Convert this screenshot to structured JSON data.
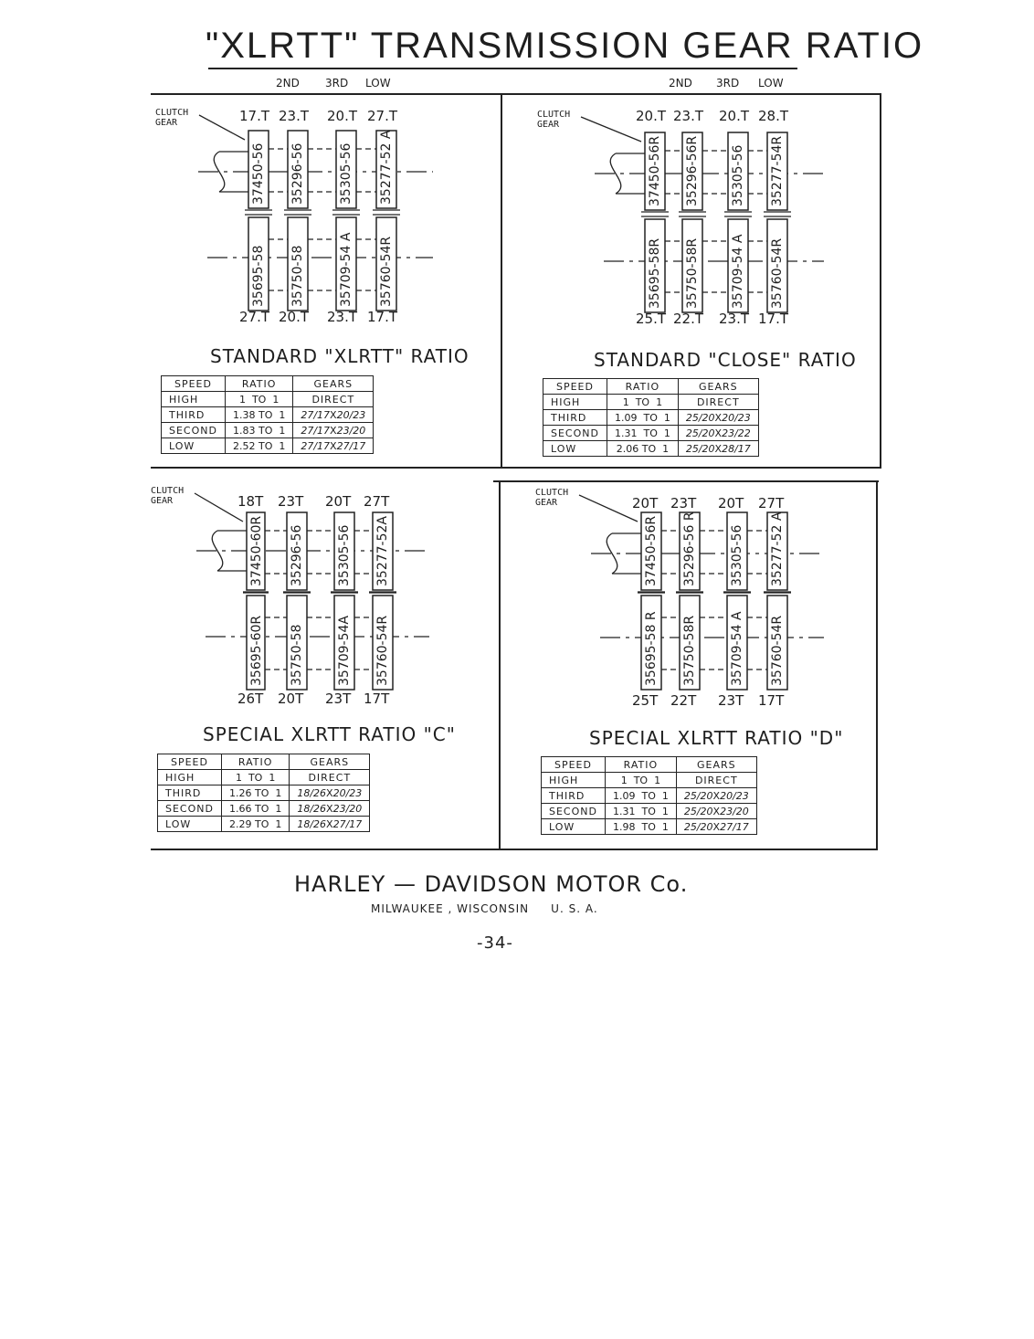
{
  "page": {
    "title": "\"XLRTT\" TRANSMISSION GEAR RATIO",
    "footer_company": "HARLEY — DAVIDSON MOTOR Co.",
    "footer_location": "MILWAUKEE , WISCONSIN     U. S. A.",
    "page_number": "-34-"
  },
  "panels": [
    {
      "header": {
        "second": "2ND",
        "third": "3RD",
        "low": "LOW"
      },
      "clutch_label": "CLUTCH\nGEAR",
      "top_teeth": [
        "17.T",
        "23.T",
        "20.T",
        "27.T"
      ],
      "bottom_teeth": [
        "27.T",
        "20.T",
        "23.T",
        "17.T"
      ],
      "upper_parts": [
        "37450-56",
        "35296-56",
        "35305-56",
        "35277-52 A"
      ],
      "lower_parts": [
        "35695-58",
        "35750-58",
        "35709-54 A",
        "35760-54R"
      ],
      "caption": "STANDARD \"XLRTT\" RATIO",
      "table": {
        "headers": [
          "SPEED",
          "RATIO",
          "GEARS"
        ],
        "rows": [
          {
            "speed": "HIGH",
            "ratio": "1  TO  1",
            "gears_direct": "DIRECT"
          },
          {
            "speed": "THIRD",
            "ratio": "1.38 TO  1",
            "g1": "27/17",
            "x": "X",
            "g2": "20/23"
          },
          {
            "speed": "SECOND",
            "ratio": "1.83 TO  1",
            "g1": "27/17",
            "x": "X",
            "g2": "23/20"
          },
          {
            "speed": "LOW",
            "ratio": "2.52 TO  1",
            "g1": "27/17",
            "x": "X",
            "g2": "27/17"
          }
        ]
      }
    },
    {
      "header": {
        "second": "2ND",
        "third": "3RD",
        "low": "LOW"
      },
      "clutch_label": "CLUTCH\nGEAR",
      "top_teeth": [
        "20.T",
        "23.T",
        "20.T",
        "28.T"
      ],
      "bottom_teeth": [
        "25.T",
        "22.T",
        "23.T",
        "17.T"
      ],
      "upper_parts": [
        "37450-56R",
        "35296-56R",
        "35305-56",
        "35277-54R"
      ],
      "lower_parts": [
        "35695-58R",
        "35750-58R",
        "35709-54 A",
        "35760-54R"
      ],
      "caption": "STANDARD \"CLOSE\" RATIO",
      "table": {
        "headers": [
          "SPEED",
          "RATIO",
          "GEARS"
        ],
        "rows": [
          {
            "speed": "HIGH",
            "ratio": "1  TO  1",
            "gears_direct": "DIRECT"
          },
          {
            "speed": "THIRD",
            "ratio": "1.09  TO  1",
            "g1": "25/20",
            "x": "X",
            "g2": "20/23"
          },
          {
            "speed": "SECOND",
            "ratio": "1.31  TO  1",
            "g1": "25/20",
            "x": "X",
            "g2": "23/22"
          },
          {
            "speed": "LOW",
            "ratio": "2.06 TO  1",
            "g1": "25/20",
            "x": "X",
            "g2": "28/17"
          }
        ]
      }
    },
    {
      "header": {
        "second": "",
        "third": "",
        "low": ""
      },
      "clutch_label": "CLUTCH\nGEAR",
      "top_teeth": [
        "18T",
        "23T",
        "20T",
        "27T"
      ],
      "bottom_teeth": [
        "26T",
        "20T",
        "23T",
        "17T"
      ],
      "upper_parts": [
        "37450-60R",
        "35296-56",
        "35305-56",
        "35277-52A"
      ],
      "lower_parts": [
        "35695-60R",
        "35750-58",
        "35709-54A",
        "35760-54R"
      ],
      "caption": "SPECIAL  XLRTT  RATIO \"C\"",
      "table": {
        "headers": [
          "SPEED",
          "RATIO",
          "GEARS"
        ],
        "rows": [
          {
            "speed": "HIGH",
            "ratio": "1  TO  1",
            "gears_direct": "DIRECT"
          },
          {
            "speed": "THIRD",
            "ratio": "1.26 TO  1",
            "g1": "18/26",
            "x": "X",
            "g2": "20/23"
          },
          {
            "speed": "SECOND",
            "ratio": "1.66 TO  1",
            "g1": "18/26",
            "x": "X",
            "g2": "23/20"
          },
          {
            "speed": "LOW",
            "ratio": "2.29 TO  1",
            "g1": "18/26",
            "x": "X",
            "g2": "27/17"
          }
        ]
      }
    },
    {
      "header": {
        "second": "",
        "third": "",
        "low": ""
      },
      "clutch_label": "CLUTCH\nGEAR",
      "top_teeth": [
        "20T",
        "23T",
        "20T",
        "27T"
      ],
      "bottom_teeth": [
        "25T",
        "22T",
        "23T",
        "17T"
      ],
      "upper_parts": [
        "37450-56R",
        "35296-56 R",
        "35305-56",
        "35277-52 A"
      ],
      "lower_parts": [
        "35695-58 R",
        "35750-58R",
        "35709-54 A",
        "35760-54R"
      ],
      "caption": "SPECIAL  XLRTT  RATIO \"D\"",
      "table": {
        "headers": [
          "SPEED",
          "RATIO",
          "GEARS"
        ],
        "rows": [
          {
            "speed": "HIGH",
            "ratio": "1  TO  1",
            "gears_direct": "DIRECT"
          },
          {
            "speed": "THIRD",
            "ratio": "1.09  TO  1",
            "g1": "25/20",
            "x": "X",
            "g2": "20/23"
          },
          {
            "speed": "SECOND",
            "ratio": "1.31  TO  1",
            "g1": "25/20",
            "x": "X",
            "g2": "23/20"
          },
          {
            "speed": "LOW",
            "ratio": "1.98  TO  1",
            "g1": "25/20",
            "x": "X",
            "g2": "27/17"
          }
        ]
      }
    }
  ]
}
